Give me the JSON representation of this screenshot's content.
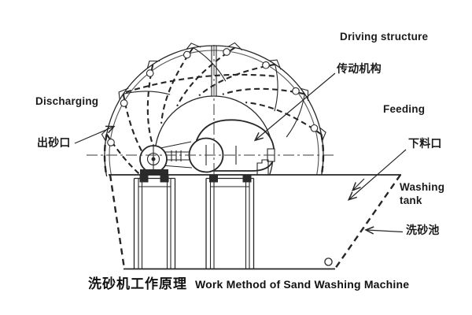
{
  "colors": {
    "ink": "#262626",
    "background": "#ffffff"
  },
  "labels": {
    "driving_structure": {
      "en": "Driving structure",
      "zh": "传动机构"
    },
    "discharging": {
      "en": "Discharging",
      "zh": "出砂口"
    },
    "feeding": {
      "en": "Feeding",
      "zh": "下料口"
    },
    "washing_tank": {
      "en": "Washing tank",
      "zh": "洗砂池"
    }
  },
  "caption": {
    "zh": "洗砂机工作原理",
    "en": "Work Method of Sand Washing Machine"
  }
}
